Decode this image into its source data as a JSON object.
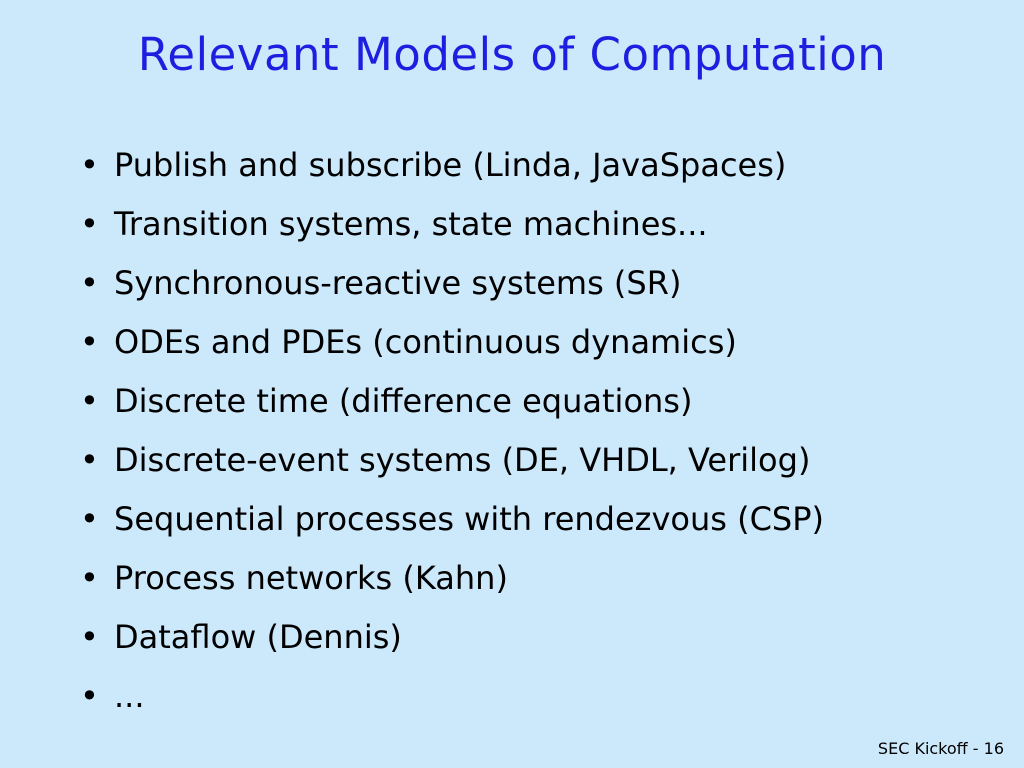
{
  "slide": {
    "title": "Relevant Models of Computation",
    "bullet_glyph": "•",
    "bullets": [
      "Publish and subscribe (Linda, JavaSpaces)",
      "Transition systems, state machines...",
      "Synchronous-reactive systems (SR)",
      "ODEs and PDEs (continuous dynamics)",
      "Discrete time (difference equations)",
      "Discrete-event systems (DE, VHDL, Verilog)",
      "Sequential processes with rendezvous (CSP)",
      "Process networks (Kahn)",
      "Dataflow (Dennis)",
      "..."
    ],
    "footer": "SEC Kickoff - 16"
  },
  "colors": {
    "background": "#cce8fb",
    "title": "#1e1ee0",
    "text": "#000000"
  }
}
